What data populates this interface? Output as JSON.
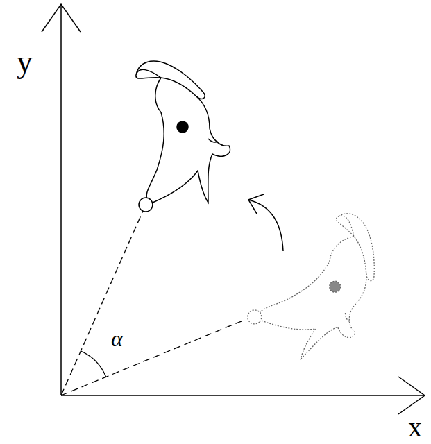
{
  "diagram": {
    "labels": [
      "y",
      "α",
      "x"
    ]
  }
}
